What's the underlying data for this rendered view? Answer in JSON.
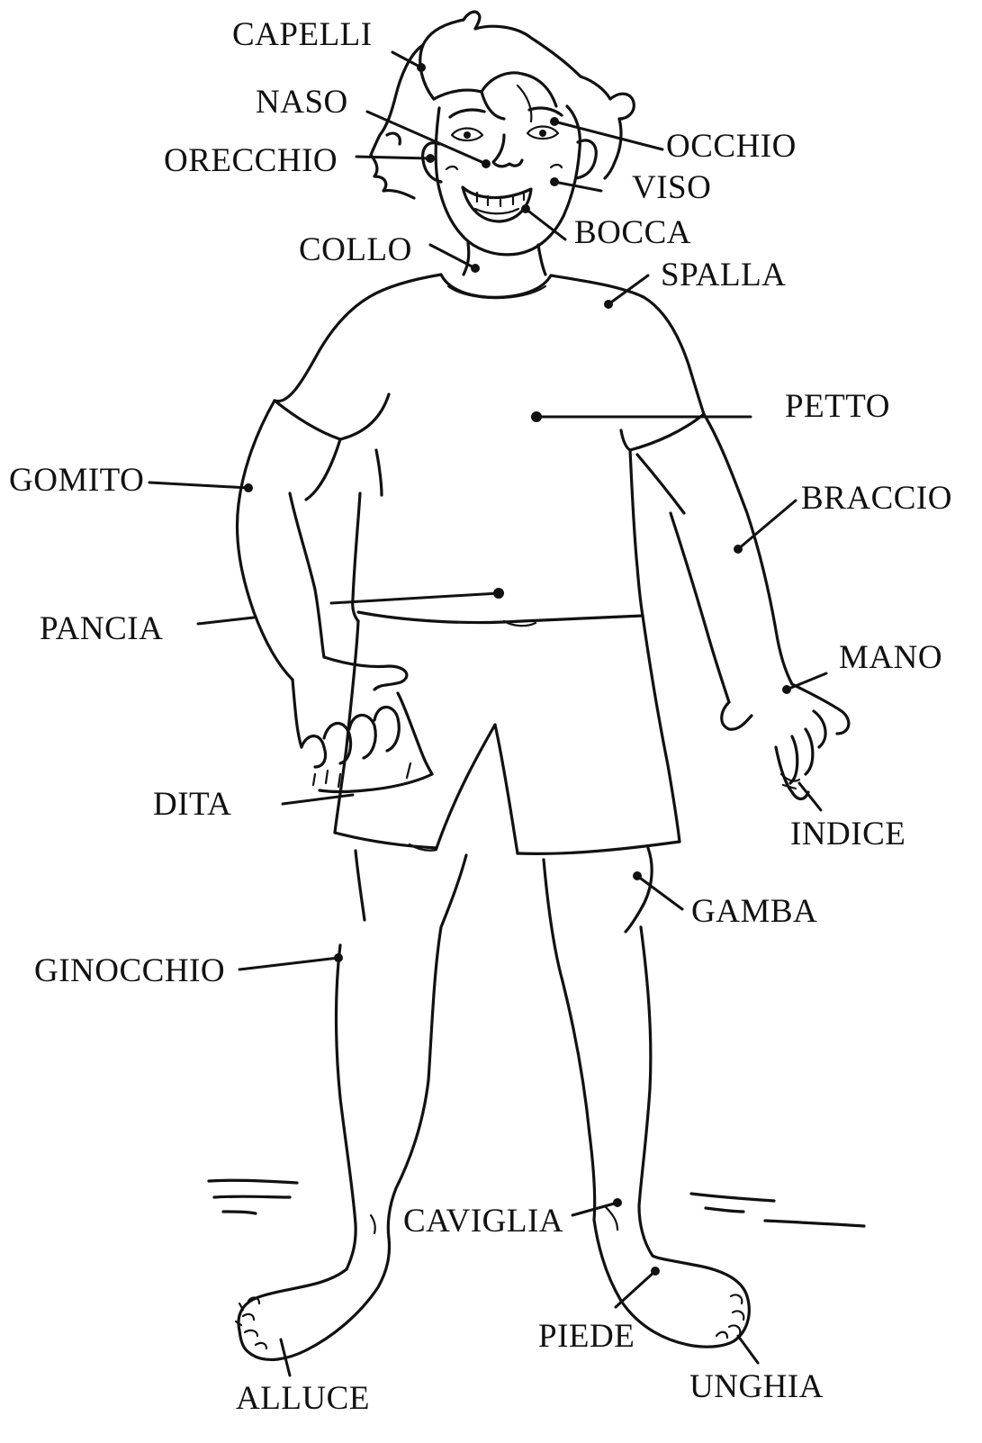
{
  "labels": {
    "capelli": "CAPELLI",
    "naso": "NASO",
    "orecchio": "ORECCHIO",
    "occhio": "OCCHIO",
    "viso": "VISO",
    "bocca": "BOCCA",
    "collo": "COLLO",
    "spalla": "SPALLA",
    "petto": "PETTO",
    "gomito": "GOMITO",
    "braccio": "BRACCIO",
    "pancia": "PANCIA",
    "mano": "MANO",
    "dita": "DITA",
    "indice": "INDICE",
    "gamba": "GAMBA",
    "ginocchio": "GINOCCHIO",
    "caviglia": "CAVIGLIA",
    "piede": "PIEDE",
    "alluce": "ALLUCE",
    "unghia": "UNGHIA"
  },
  "colors": {
    "ink": "#111111",
    "background": "#ffffff"
  }
}
